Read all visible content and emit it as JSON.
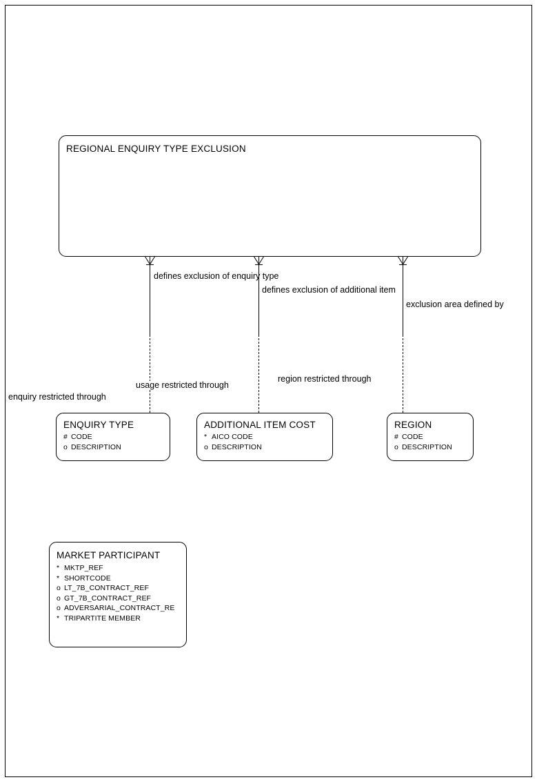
{
  "diagram": {
    "type": "entity-relationship-diagram",
    "notation": "barker",
    "background_color": "#ffffff",
    "line_color": "#000000",
    "entities": [
      {
        "id": "regional-enquiry-type-exclusion",
        "name": "REGIONAL ENQUIRY TYPE EXCLUSION",
        "attributes": []
      },
      {
        "id": "enquiry-type",
        "name": "ENQUIRY TYPE",
        "attributes": [
          {
            "mark": "#",
            "name": "CODE"
          },
          {
            "mark": "o",
            "name": "DESCRIPTION"
          }
        ]
      },
      {
        "id": "additional-item-cost",
        "name": "ADDITIONAL ITEM COST",
        "attributes": [
          {
            "mark": "*",
            "name": "AICO CODE"
          },
          {
            "mark": "o",
            "name": "DESCRIPTION"
          }
        ]
      },
      {
        "id": "region",
        "name": "REGION",
        "attributes": [
          {
            "mark": "#",
            "name": "CODE"
          },
          {
            "mark": "o",
            "name": "DESCRIPTION"
          }
        ]
      },
      {
        "id": "market-participant",
        "name": "MARKET PARTICIPANT",
        "attributes": [
          {
            "mark": "*",
            "name": "MKTP_REF"
          },
          {
            "mark": "*",
            "name": "SHORTCODE"
          },
          {
            "mark": "o",
            "name": "LT_7B_CONTRACT_REF"
          },
          {
            "mark": "o",
            "name": "GT_7B_CONTRACT_REF"
          },
          {
            "mark": "o",
            "name": "ADVERSARIAL_CONTRACT_RE"
          },
          {
            "mark": "*",
            "name": "TRIPARTITE MEMBER"
          }
        ]
      }
    ],
    "relationships": [
      {
        "id": "enquiry-type-relationship",
        "from": "regional-enquiry-type-exclusion",
        "to": "enquiry-type",
        "from_label": "defines exclusion of enquiry type",
        "to_label": "enquiry restricted through",
        "mid_label": "usage restricted through"
      },
      {
        "id": "additional-item-relationship",
        "from": "regional-enquiry-type-exclusion",
        "to": "additional-item-cost",
        "from_label": "defines exclusion of additional item",
        "to_label": "region restricted through",
        "mid_label": ""
      },
      {
        "id": "region-relationship",
        "from": "regional-enquiry-type-exclusion",
        "to": "region",
        "from_label": "exclusion area defined by",
        "to_label": "",
        "mid_label": ""
      }
    ],
    "labels": {
      "defines_exclusion_of_enquiry_type": "defines exclusion of enquiry type",
      "defines_exclusion_of_additional_item": "defines exclusion of additional item",
      "exclusion_area_defined_by": "exclusion area defined by",
      "usage_restricted_through": "usage restricted through",
      "region_restricted_through": "region restricted through",
      "enquiry_restricted_through": "enquiry restricted through"
    }
  }
}
